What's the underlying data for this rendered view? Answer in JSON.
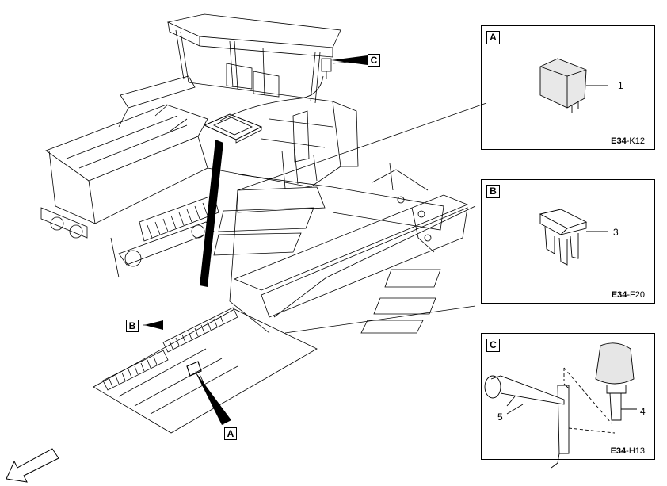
{
  "panels": {
    "a": {
      "letter": "A",
      "code_prefix": "E34",
      "code_suffix": "-K12",
      "callout": "1"
    },
    "b": {
      "letter": "B",
      "code_prefix": "E34",
      "code_suffix": "-F20",
      "callout": "3"
    },
    "c": {
      "letter": "C",
      "code_prefix": "E34",
      "code_suffix": "-H13",
      "callout_mount": "5",
      "callout_beacon": "4"
    }
  },
  "refs": {
    "c_top": "C",
    "b_left": "B",
    "a_bottom": "A"
  },
  "colors": {
    "line": "#000000",
    "bg": "#ffffff"
  },
  "icons": [
    "relay-icon",
    "fuse-icon",
    "beacon-icon",
    "mounting-bracket-icon",
    "front-direction-arrow-icon",
    "control-unit-icon"
  ]
}
